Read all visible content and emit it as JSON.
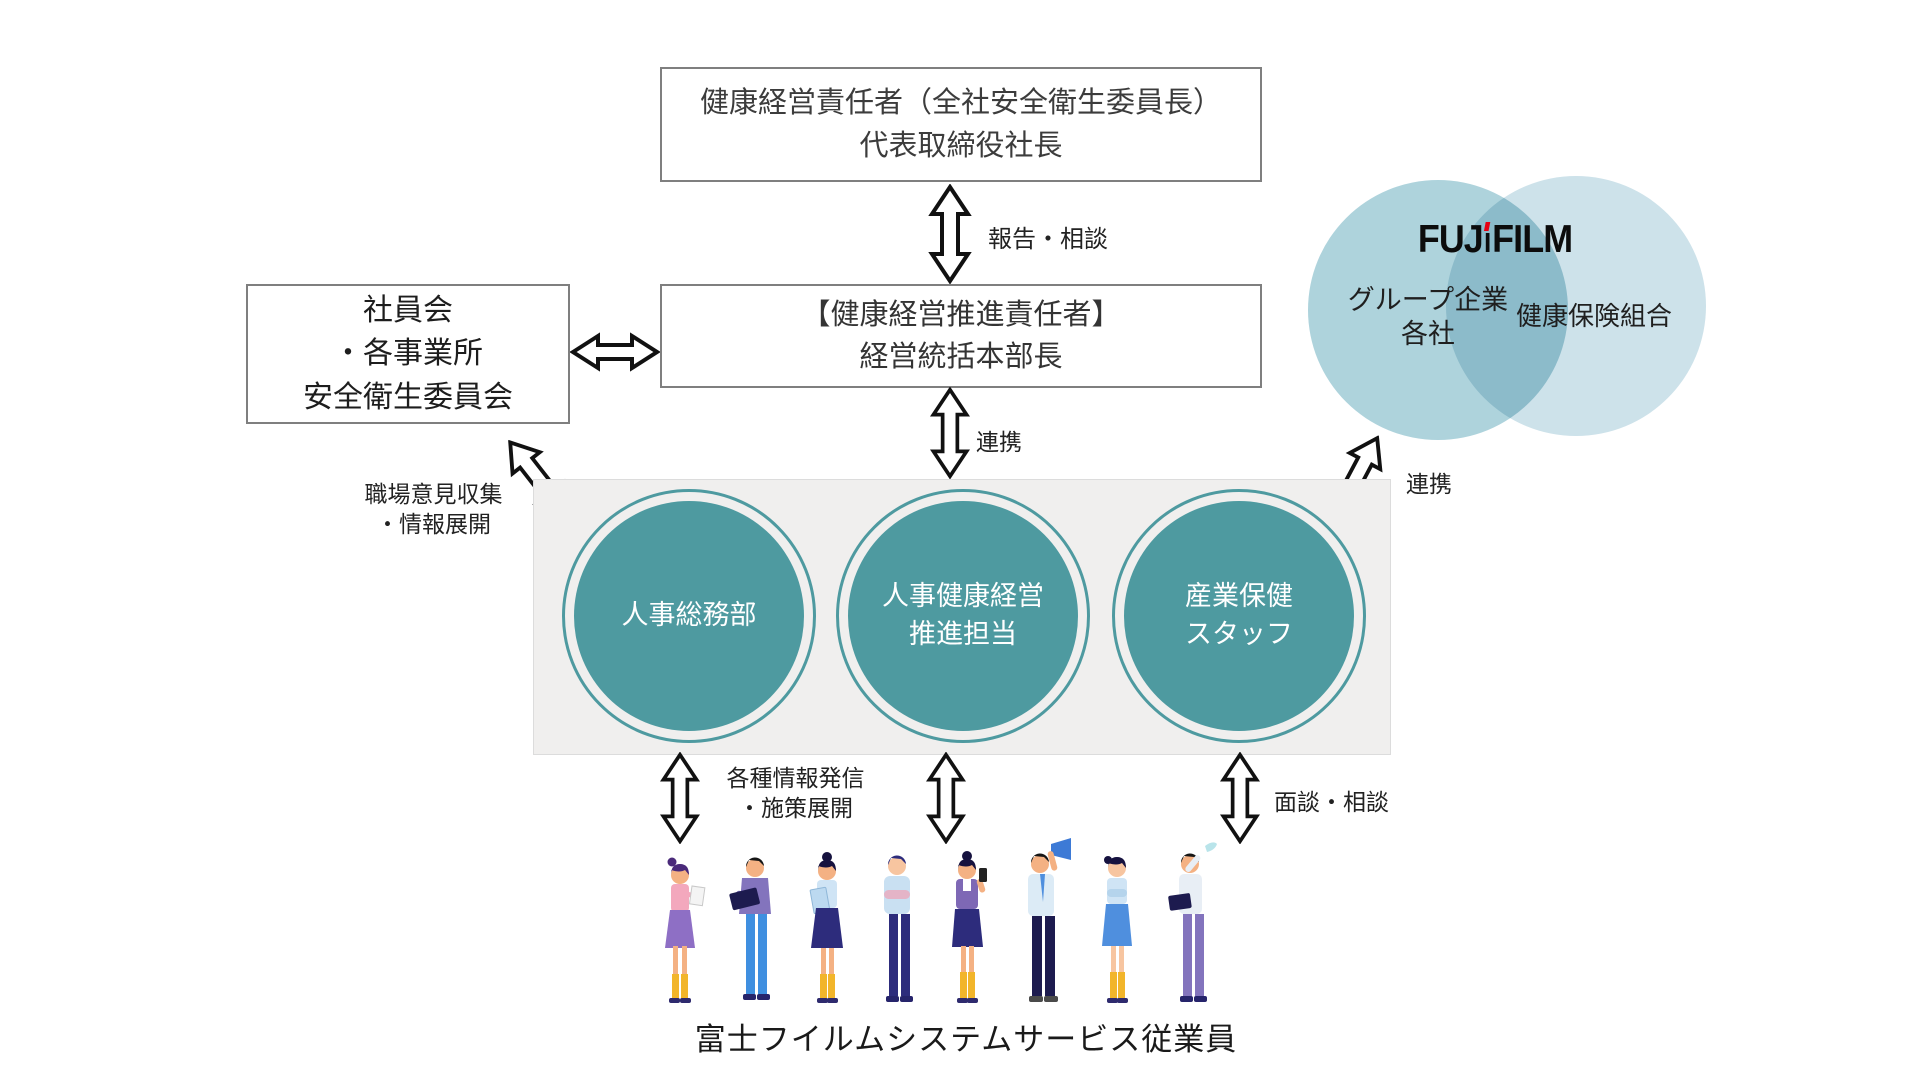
{
  "diagram": {
    "top_box": {
      "line1": "健康経営責任者（全社安全衛生委員長）",
      "line2": "代表取締役社長"
    },
    "middle_box": {
      "line1": "【健康経営推進責任者】",
      "line2": "経営統括本部長"
    },
    "left_box": {
      "line1": "社員会",
      "line2": "・各事業所",
      "line3": "安全衛生委員会"
    },
    "arrows": {
      "report_consult": "報告・相談",
      "renkei_center": "連携",
      "renkei_right": "連携",
      "workplace_line1": "職場意見収集",
      "workplace_line2": "・情報展開",
      "info_line1": "各種情報発信",
      "info_line2": "・施策展開",
      "interview": "面談・相談"
    },
    "venn": {
      "logo_part1": "FUJ",
      "logo_part2": "FILM",
      "left_label_line1": "グループ企業",
      "left_label_line2": "各社",
      "right_label": "健康保険組合"
    },
    "circles": [
      {
        "line1": "人事総務部",
        "line2": ""
      },
      {
        "line1": "人事健康経営",
        "line2": "推進担当"
      },
      {
        "line1": "産業保健",
        "line2": "スタッフ"
      }
    ],
    "caption": "富士フイルムシステムサービス従業員",
    "colors": {
      "teal": "#4e9aa0",
      "venn_left": "#aed3dc",
      "venn_right": "#cde2ea",
      "logo_red": "#e60012",
      "panel_bg": "#f0efee"
    }
  }
}
